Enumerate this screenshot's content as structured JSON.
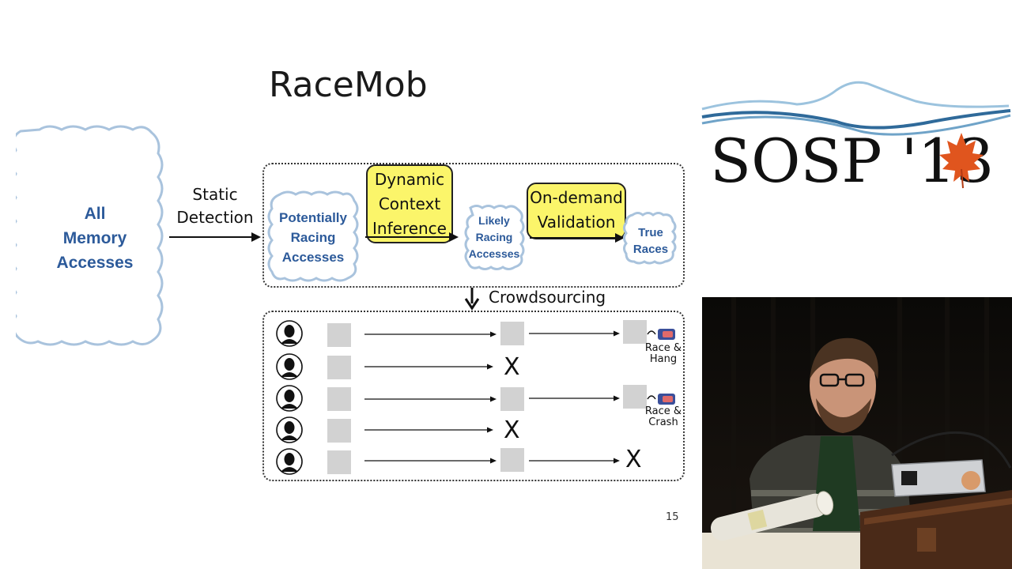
{
  "slide": {
    "title": "RaceMob",
    "page_number": "15"
  },
  "diagram": {
    "all_memory": [
      "All",
      "Memory",
      "Accesses"
    ],
    "static_detection": [
      "Static",
      "Detection"
    ],
    "potentially_racing": [
      "Potentially",
      "Racing",
      "Accesses"
    ],
    "dynamic_context": [
      "Dynamic",
      "Context",
      "Inference"
    ],
    "likely_racing": [
      "Likely",
      "Racing",
      "Accesses"
    ],
    "on_demand": [
      "On-demand",
      "Validation"
    ],
    "true_races": [
      "True",
      "Races"
    ],
    "crowdsourcing": "Crowdsourcing",
    "x_mark": "X",
    "race_hang": [
      "Race &",
      "Hang"
    ],
    "race_crash": [
      "Race &",
      "Crash"
    ]
  },
  "logo": {
    "text": "SOSP '13"
  },
  "colors": {
    "cloud_border": "#a9c3dd",
    "cloud_text": "#2c5a9a",
    "highlight": "#fbf56a"
  }
}
